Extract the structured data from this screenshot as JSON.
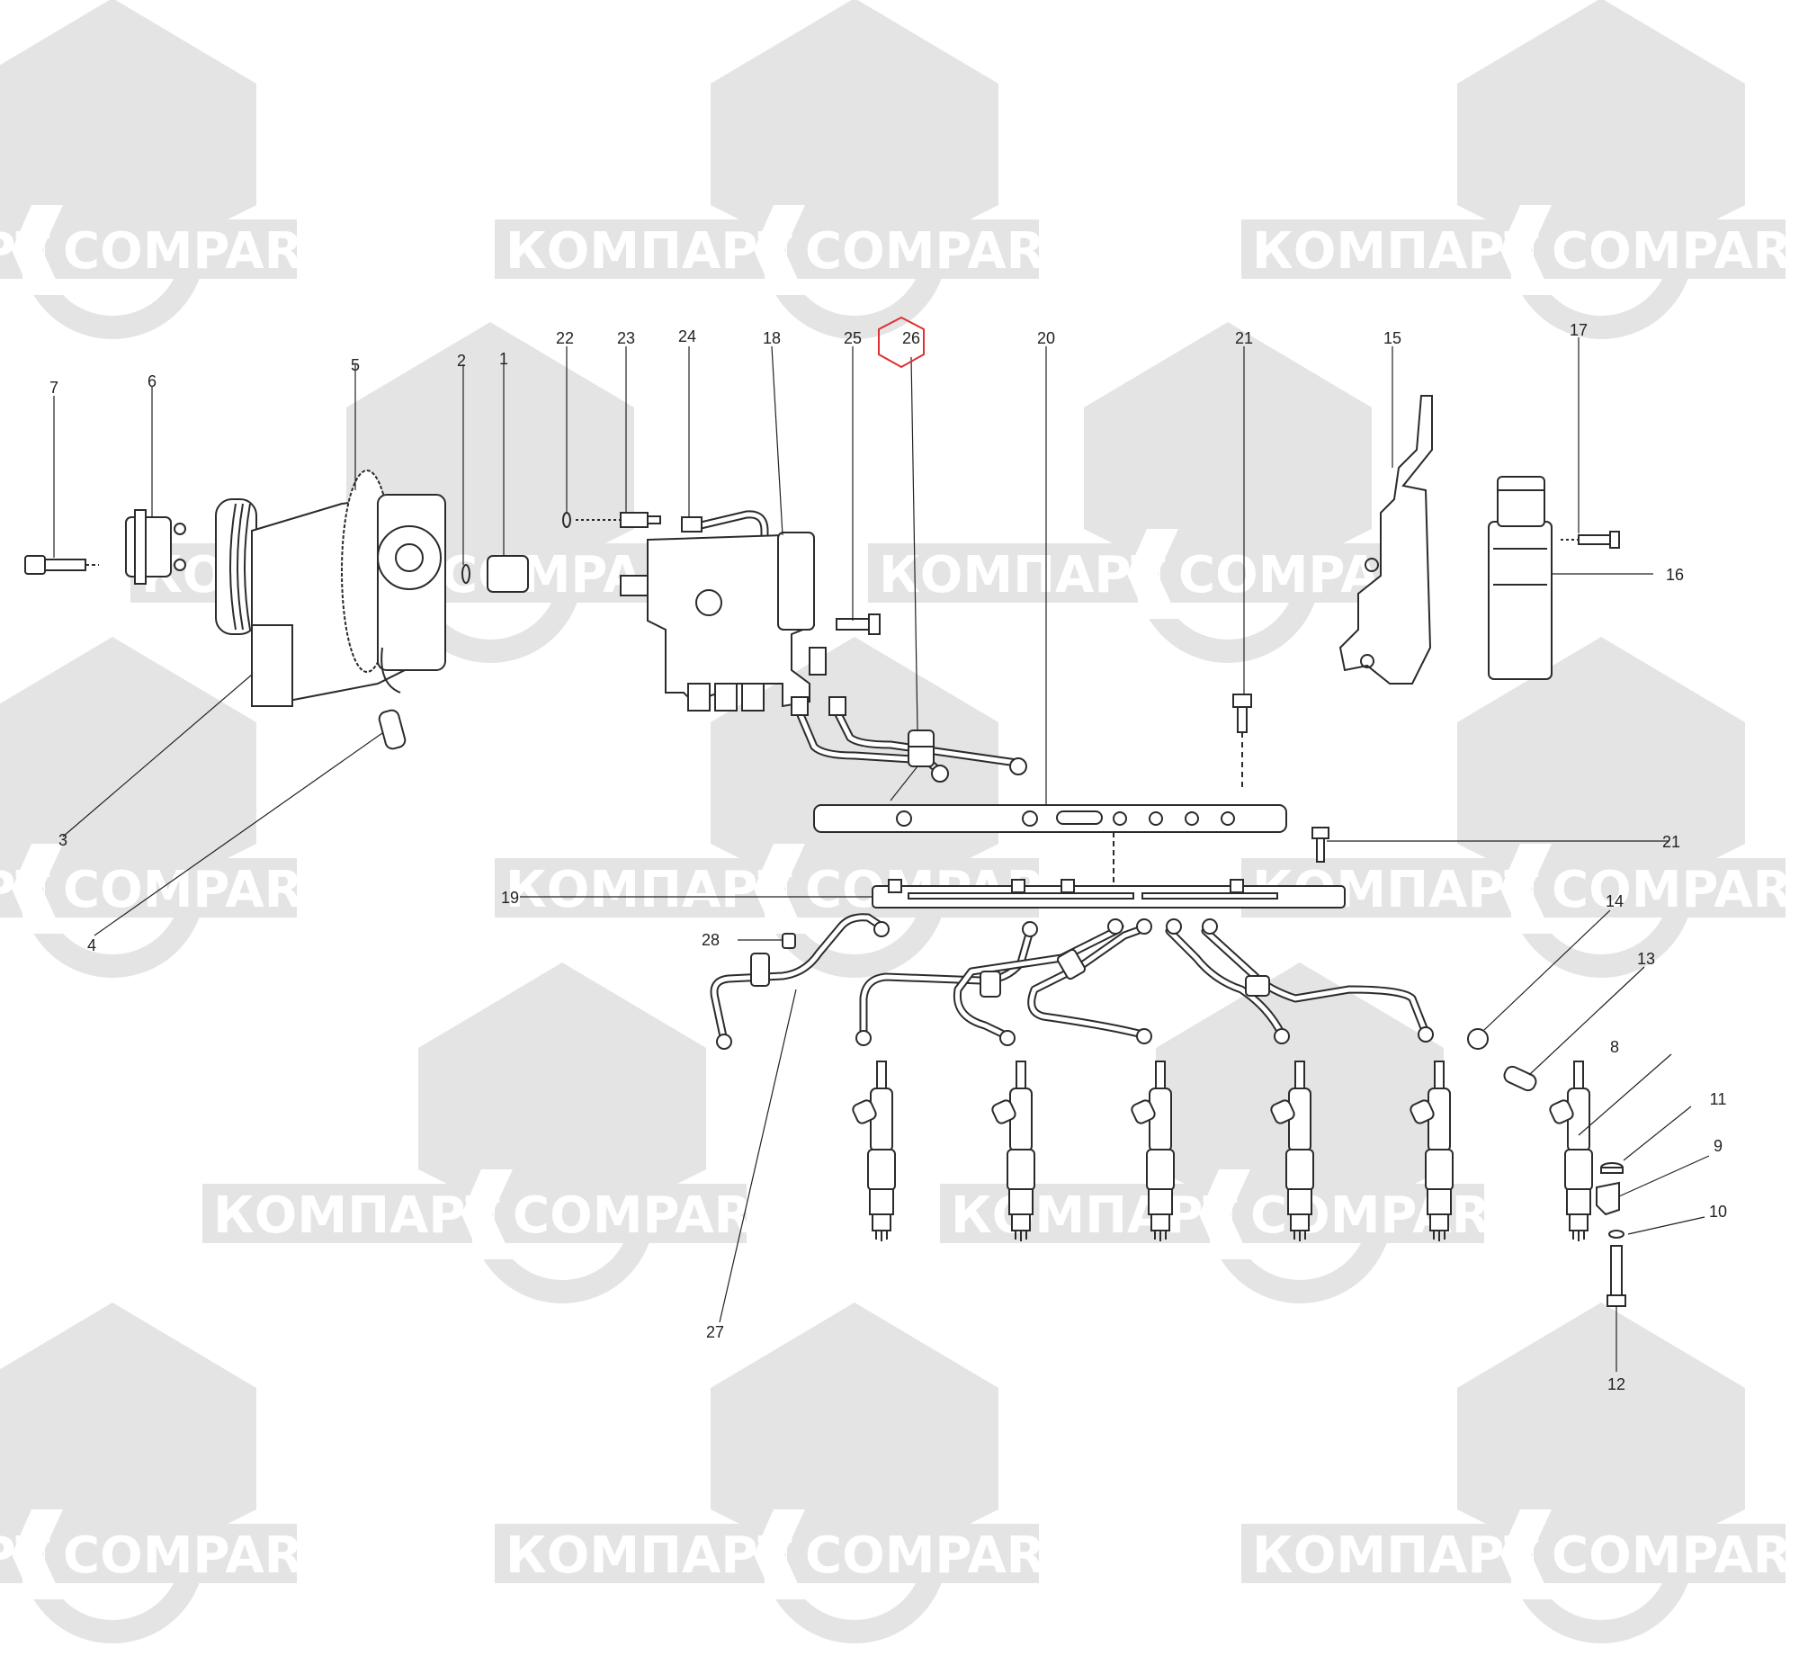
{
  "watermark": {
    "text_cyrillic": "КОМПАРТ",
    "text_latin": "COMPART",
    "color": "#e4e4e4"
  },
  "highlight_color": "#e03030",
  "highlighted_callout": "26",
  "callouts": {
    "c1": "1",
    "c2": "2",
    "c3": "3",
    "c4": "4",
    "c5": "5",
    "c6": "6",
    "c7": "7",
    "c8": "8",
    "c9": "9",
    "c10": "10",
    "c11": "11",
    "c12": "12",
    "c13": "13",
    "c14": "14",
    "c15": "15",
    "c16": "16",
    "c17": "17",
    "c18": "18",
    "c19": "19",
    "c20": "20",
    "c21a": "21",
    "c21b": "21",
    "c22": "22",
    "c23": "23",
    "c24": "24",
    "c25": "25",
    "c26": "26",
    "c27": "27",
    "c28": "28"
  }
}
